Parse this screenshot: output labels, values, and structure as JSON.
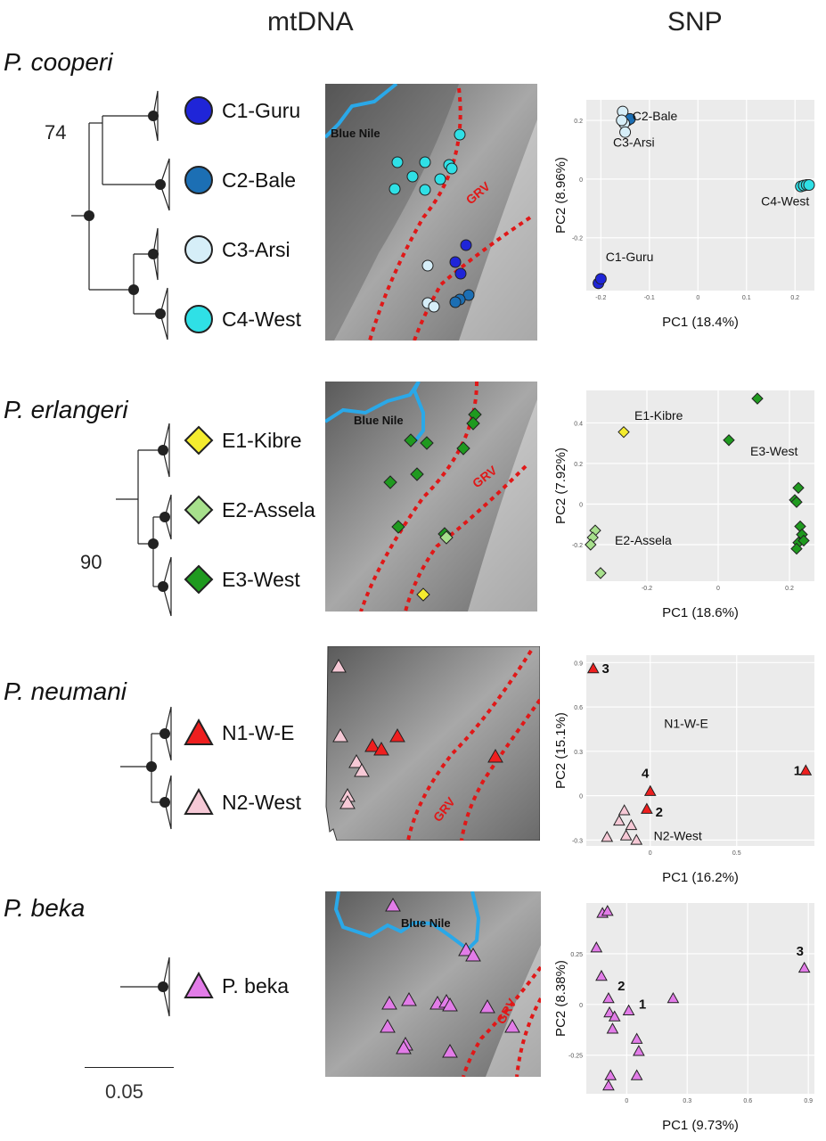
{
  "headers": {
    "mtdna": "mtDNA",
    "snp": "SNP"
  },
  "scale_bar_label": "0.05",
  "colors": {
    "C1": "#1f25d8",
    "C2": "#1c6fb4",
    "C3": "#d6eef8",
    "C4": "#2fe0e6",
    "E1": "#f4ec2e",
    "E2": "#a7e08c",
    "E3": "#1f9a1f",
    "N1": "#ee1f1f",
    "N2": "#f6c9d6",
    "B": "#e27ce8",
    "river": "#2aa8e8",
    "grv": "#e01818"
  },
  "panels": [
    {
      "id": "cooperi",
      "species": "P. cooperi",
      "tree": {
        "bootstrap": "74"
      },
      "legend": [
        {
          "label": "C1-Guru",
          "color": "C1",
          "shape": "circle"
        },
        {
          "label": "C2-Bale",
          "color": "C2",
          "shape": "circle"
        },
        {
          "label": "C3-Arsi",
          "color": "C3",
          "shape": "circle"
        },
        {
          "label": "C4-West",
          "color": "C4",
          "shape": "circle"
        }
      ],
      "map": {
        "river_label": "Blue Nile",
        "rift_label": "GRV"
      },
      "chart_data": {
        "type": "scatter",
        "xlabel": "PC1 (18.4%)",
        "ylabel": "PC2 (8.96%)",
        "xlim": [
          -0.23,
          0.24
        ],
        "ylim": [
          -0.38,
          0.27
        ],
        "xticks": [
          -0.2,
          -0.1,
          0.0,
          0.1,
          0.2
        ],
        "yticks": [
          -0.2,
          0.0,
          0.2
        ],
        "marker": "circle",
        "series": [
          {
            "name": "C1-Guru",
            "color": "C1",
            "points": [
              [
                -0.205,
                -0.355
              ],
              [
                -0.2,
                -0.34
              ]
            ]
          },
          {
            "name": "C2-Bale",
            "color": "C2",
            "points": [
              [
                -0.145,
                0.2
              ],
              [
                -0.14,
                0.205
              ]
            ]
          },
          {
            "name": "C3-Arsi",
            "color": "C3",
            "points": [
              [
                -0.155,
                0.23
              ],
              [
                -0.152,
                0.19
              ],
              [
                -0.15,
                0.16
              ],
              [
                -0.157,
                0.2
              ]
            ]
          },
          {
            "name": "C4-West",
            "color": "C4",
            "points": [
              [
                0.212,
                -0.025
              ],
              [
                0.218,
                -0.022
              ],
              [
                0.224,
                -0.02
              ],
              [
                0.229,
                -0.02
              ]
            ]
          }
        ],
        "annotations": [
          {
            "text": "C2-Bale",
            "x": -0.135,
            "y": 0.2
          },
          {
            "text": "C3-Arsi",
            "x": -0.175,
            "y": 0.11
          },
          {
            "text": "C4-West",
            "x": 0.13,
            "y": -0.09
          },
          {
            "text": "C1-Guru",
            "x": -0.19,
            "y": -0.28
          }
        ]
      }
    },
    {
      "id": "erlangeri",
      "species": "P. erlangeri",
      "tree": {
        "bootstrap": "90"
      },
      "legend": [
        {
          "label": "E1-Kibre",
          "color": "E1",
          "shape": "diamond"
        },
        {
          "label": "E2-Assela",
          "color": "E2",
          "shape": "diamond"
        },
        {
          "label": "E3-West",
          "color": "E3",
          "shape": "diamond"
        }
      ],
      "map": {
        "river_label": "Blue Nile",
        "rift_label": "GRV"
      },
      "chart_data": {
        "type": "scatter",
        "xlabel": "PC1 (18.6%)",
        "ylabel": "PC2 (7.92%)",
        "xlim": [
          -0.37,
          0.27
        ],
        "ylim": [
          -0.38,
          0.56
        ],
        "xticks": [
          -0.2,
          0.0,
          0.2
        ],
        "yticks": [
          -0.2,
          0.0,
          0.2,
          0.4
        ],
        "marker": "diamond",
        "series": [
          {
            "name": "E1-Kibre",
            "color": "E1",
            "points": [
              [
                -0.265,
                0.355
              ]
            ]
          },
          {
            "name": "E2-Assela",
            "color": "E2",
            "points": [
              [
                -0.345,
                -0.13
              ],
              [
                -0.352,
                -0.165
              ],
              [
                -0.358,
                -0.2
              ],
              [
                -0.33,
                -0.34
              ]
            ]
          },
          {
            "name": "E3-West",
            "color": "E3",
            "points": [
              [
                0.11,
                0.52
              ],
              [
                0.03,
                0.315
              ],
              [
                0.225,
                0.08
              ],
              [
                0.215,
                0.02
              ],
              [
                0.22,
                0.01
              ],
              [
                0.23,
                -0.11
              ],
              [
                0.235,
                -0.15
              ],
              [
                0.225,
                -0.19
              ],
              [
                0.24,
                -0.18
              ],
              [
                0.22,
                -0.22
              ]
            ]
          }
        ],
        "annotations": [
          {
            "text": "E1-Kibre",
            "x": -0.235,
            "y": 0.415
          },
          {
            "text": "E3-West",
            "x": 0.09,
            "y": 0.24
          },
          {
            "text": "E2-Assela",
            "x": -0.29,
            "y": -0.2
          }
        ]
      }
    },
    {
      "id": "neumani",
      "species": "P. neumani",
      "tree": {
        "bootstrap": ""
      },
      "legend": [
        {
          "label": "N1-W-E",
          "color": "N1",
          "shape": "triangle"
        },
        {
          "label": "N2-West",
          "color": "N2",
          "shape": "triangle"
        }
      ],
      "map": {
        "river_label": "",
        "rift_label": "GRV"
      },
      "chart_data": {
        "type": "scatter",
        "xlabel": "PC1 (16.2%)",
        "ylabel": "PC2 (15.1%)",
        "xlim": [
          -0.37,
          0.95
        ],
        "ylim": [
          -0.34,
          0.95
        ],
        "xticks": [
          0.0,
          0.5
        ],
        "yticks": [
          -0.3,
          0.0,
          0.3,
          0.6,
          0.9
        ],
        "marker": "triangle",
        "series": [
          {
            "name": "N1-W-E",
            "color": "N1",
            "points": [
              [
                -0.33,
                0.86
              ],
              [
                0.0,
                0.03
              ],
              [
                -0.02,
                -0.09
              ],
              [
                0.9,
                0.17
              ]
            ]
          },
          {
            "name": "N2-West",
            "color": "N2",
            "points": [
              [
                -0.15,
                -0.1
              ],
              [
                -0.11,
                -0.2
              ],
              [
                -0.18,
                -0.17
              ],
              [
                -0.25,
                -0.28
              ],
              [
                -0.14,
                -0.27
              ],
              [
                -0.08,
                -0.3
              ]
            ]
          }
        ],
        "annotations": [
          {
            "text": "3",
            "x": -0.28,
            "y": 0.83,
            "bold": true
          },
          {
            "text": "N1-W-E",
            "x": 0.08,
            "y": 0.46
          },
          {
            "text": "4",
            "x": -0.05,
            "y": 0.12,
            "bold": true
          },
          {
            "text": "2",
            "x": 0.03,
            "y": -0.14,
            "bold": true
          },
          {
            "text": "1",
            "x": 0.83,
            "y": 0.14,
            "bold": true
          },
          {
            "text": "N2-West",
            "x": 0.02,
            "y": -0.3
          }
        ]
      }
    },
    {
      "id": "beka",
      "species": "P. beka",
      "tree": {
        "bootstrap": ""
      },
      "legend": [
        {
          "label": "P. beka",
          "color": "B",
          "shape": "triangle"
        }
      ],
      "map": {
        "river_label": "Blue Nile",
        "rift_label": "GRV"
      },
      "chart_data": {
        "type": "scatter",
        "xlabel": "PC1 (9.73%)",
        "ylabel": "PC2 (8.38%)",
        "xlim": [
          -0.2,
          0.93
        ],
        "ylim": [
          -0.44,
          0.5
        ],
        "xticks": [
          0.0,
          0.3,
          0.6,
          0.9
        ],
        "yticks": [
          -0.25,
          0.0,
          0.25
        ],
        "marker": "triangle",
        "series": [
          {
            "name": "P. beka",
            "color": "B",
            "points": [
              [
                -0.12,
                0.45
              ],
              [
                -0.095,
                0.46
              ],
              [
                -0.15,
                0.28
              ],
              [
                -0.125,
                0.14
              ],
              [
                -0.09,
                0.03
              ],
              [
                -0.085,
                -0.04
              ],
              [
                -0.06,
                -0.06
              ],
              [
                -0.07,
                -0.12
              ],
              [
                0.01,
                -0.03
              ],
              [
                0.05,
                -0.17
              ],
              [
                0.06,
                -0.23
              ],
              [
                0.05,
                -0.35
              ],
              [
                -0.08,
                -0.35
              ],
              [
                -0.09,
                -0.4
              ],
              [
                0.23,
                0.03
              ],
              [
                0.88,
                0.18
              ]
            ]
          }
        ],
        "annotations": [
          {
            "text": "2",
            "x": -0.045,
            "y": 0.07,
            "bold": true
          },
          {
            "text": "1",
            "x": 0.06,
            "y": -0.02,
            "bold": true
          },
          {
            "text": "3",
            "x": 0.84,
            "y": 0.24,
            "bold": true
          }
        ]
      }
    }
  ]
}
